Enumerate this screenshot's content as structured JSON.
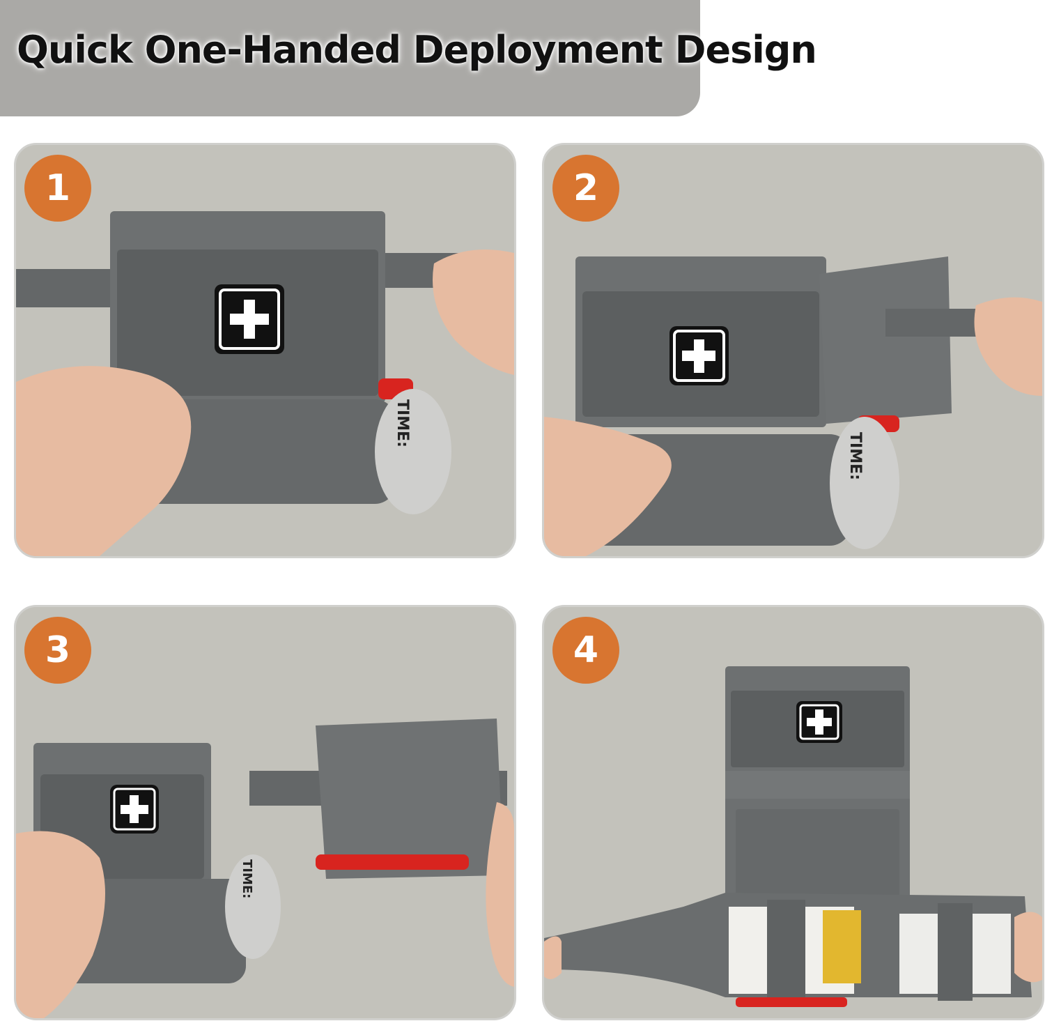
{
  "header": {
    "title": "Quick One-Handed Deployment Design"
  },
  "steps": [
    {
      "number": "1",
      "tag_text": "TIME:"
    },
    {
      "number": "2",
      "tag_text": "TIME:"
    },
    {
      "number": "3",
      "tag_text": "TIME:"
    },
    {
      "number": "4"
    }
  ],
  "colors": {
    "title_bar": "#aaa9a6",
    "badge": "#d87530",
    "panel_bg": "#c3c2bb",
    "pouch": "#6d7071",
    "velcro": "#5c5f60",
    "red_accent": "#d8241f"
  }
}
